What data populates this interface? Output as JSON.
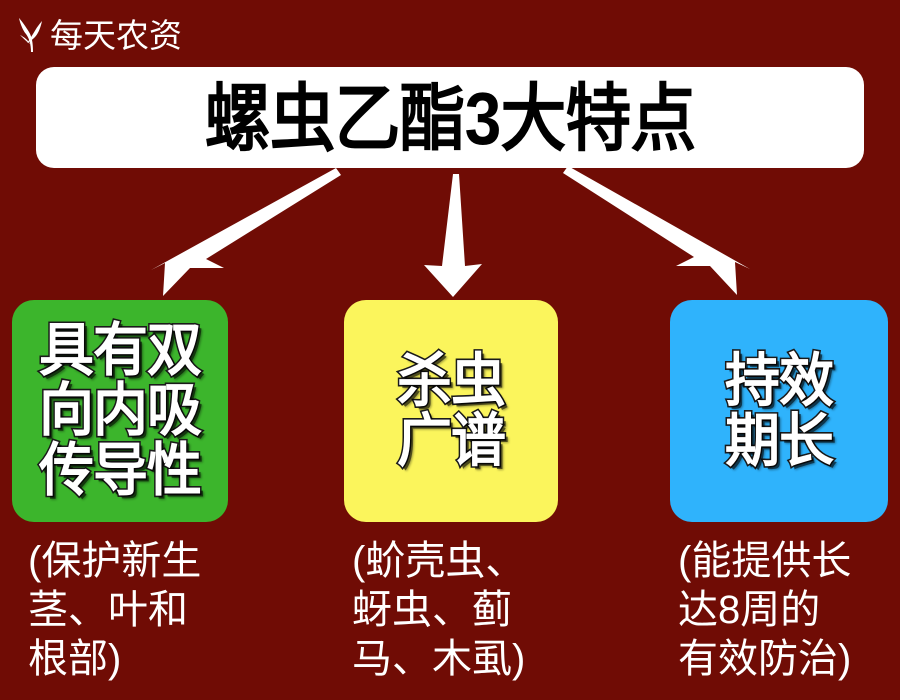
{
  "colors": {
    "background": "#700c05",
    "banner": "#ffffff",
    "title_text": "#000000",
    "box_green": "#3cb52c",
    "box_yellow": "#fbf55c",
    "box_blue": "#2fb3fc",
    "arrow": "#ffffff",
    "caption_text": "#ffffff",
    "box_label_text": "#ffffff",
    "box_label_outline": "#1a1a1a"
  },
  "brand": {
    "logo_icon": "leaf-sprout-icon",
    "name": "每天农资"
  },
  "header": {
    "title": "螺虫乙酯3大特点"
  },
  "arrows": [
    {
      "name": "arrow-to-green",
      "direction": "down-left"
    },
    {
      "name": "arrow-to-yellow",
      "direction": "down"
    },
    {
      "name": "arrow-to-blue",
      "direction": "down-right"
    }
  ],
  "features": [
    {
      "id": "systemic-transport",
      "label": "具有双\n向内吸\n传导性",
      "caption": "(保护新生\n茎、叶和\n根部)",
      "color": "#3cb52c"
    },
    {
      "id": "broad-spectrum",
      "label": "杀虫\n广谱",
      "caption": "(蚧壳虫、\n蚜虫、蓟\n马、木虱)",
      "color": "#fbf55c"
    },
    {
      "id": "long-lasting",
      "label": "持效\n期长",
      "caption": "(能提供长\n达8周的\n有效防治)",
      "color": "#2fb3fc"
    }
  ]
}
